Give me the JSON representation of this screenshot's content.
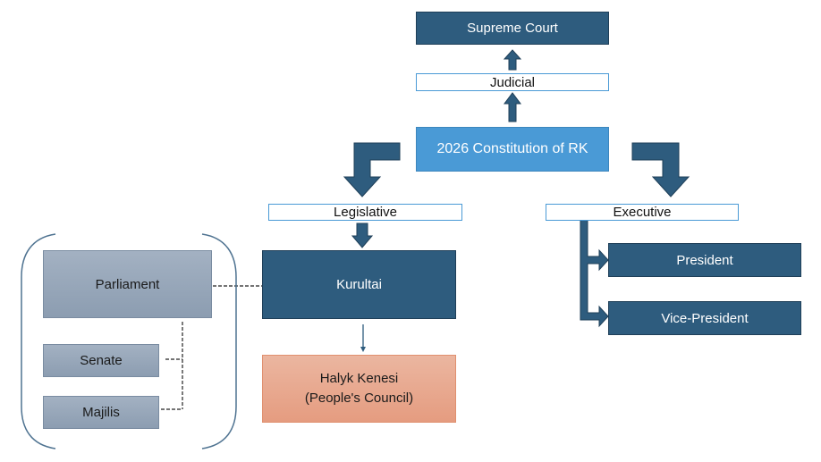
{
  "diagram": {
    "root": "2026 Constitution of RK",
    "branches": {
      "judicial": {
        "label": "Judicial",
        "body": "Supreme Court"
      },
      "legislative": {
        "label": "Legislative",
        "body": "Kurultai",
        "sub_body_line1": "Halyk Kenesi",
        "sub_body_line2": "(People's Council)"
      },
      "executive": {
        "label": "Executive",
        "offices": [
          "President",
          "Vice-President"
        ]
      }
    },
    "parliament_group": {
      "title": "Parliament",
      "chambers": [
        "Senate",
        "Majilis"
      ]
    },
    "colors": {
      "dark_blue": "#2e5c7e",
      "light_blue": "#4a9ad6",
      "grey_blue": "#97a7ba",
      "salmon": "#e8a88e"
    }
  }
}
